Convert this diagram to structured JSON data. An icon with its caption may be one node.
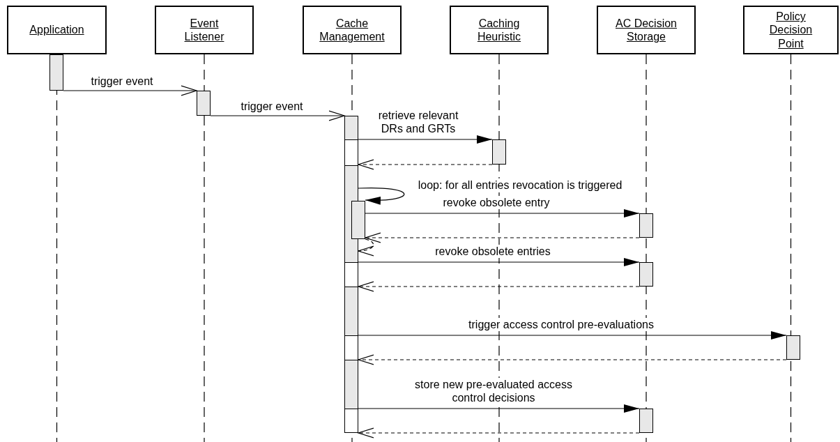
{
  "diagram": {
    "nodes": [
      {
        "text": [
          "Application"
        ]
      },
      {
        "text": [
          "Event Listener"
        ]
      },
      {
        "text": [
          "Cache Management"
        ]
      },
      {
        "text": [
          "Caching Heuristic"
        ]
      },
      {
        "text": [
          "AC Decision Storage"
        ]
      },
      {
        "text": [
          "Policy Decision Point"
        ]
      },
      {
        "text": [],
        "shape": "bar"
      },
      {
        "text": [],
        "shape": "bar"
      },
      {
        "text": [],
        "shape": "bar"
      },
      {
        "text": [],
        "shape": "bar"
      },
      {
        "text": [],
        "shape": "bar"
      },
      {
        "text": [],
        "shape": "bar"
      },
      {
        "text": [],
        "shape": "bar"
      },
      {
        "text": [],
        "shape": "bar"
      },
      {
        "text": [],
        "shape": "bar"
      }
    ],
    "edges": [
      {
        "from": 6,
        "to": 7,
        "arrow": "to",
        "label": "trigger event"
      },
      {
        "from": 7,
        "to": 8,
        "arrow": "to",
        "label": "trigger event"
      },
      {
        "from": 8,
        "to": 9,
        "arrow": "to",
        "label": "retrieve relevant DRs and GRTs"
      },
      {
        "from": 9,
        "to": 8,
        "arrow": "to",
        "style": "dashed"
      },
      {
        "from": 8,
        "to": 10,
        "arrow": "to",
        "label": "loop: for all entries revocation is triggered"
      },
      {
        "from": 10,
        "to": 11,
        "arrow": "to",
        "label": "revoke obsolete entry"
      },
      {
        "from": 11,
        "to": 10,
        "arrow": "to",
        "style": "dashed"
      },
      {
        "from": 10,
        "to": 8,
        "arrow": "to",
        "style": "dashed"
      },
      {
        "from": 8,
        "to": 12,
        "arrow": "to",
        "label": "revoke obsolete entries"
      },
      {
        "from": 12,
        "to": 8,
        "arrow": "to",
        "style": "dashed"
      },
      {
        "from": 8,
        "to": 13,
        "arrow": "to",
        "label": "trigger access control pre-evaluations"
      },
      {
        "from": 13,
        "to": 8,
        "arrow": "to",
        "style": "dashed"
      },
      {
        "from": 8,
        "to": 14,
        "arrow": "to",
        "label": "store new pre-evaluated access control decisions"
      },
      {
        "from": 14,
        "to": 8,
        "arrow": "to",
        "style": "dashed"
      }
    ]
  }
}
